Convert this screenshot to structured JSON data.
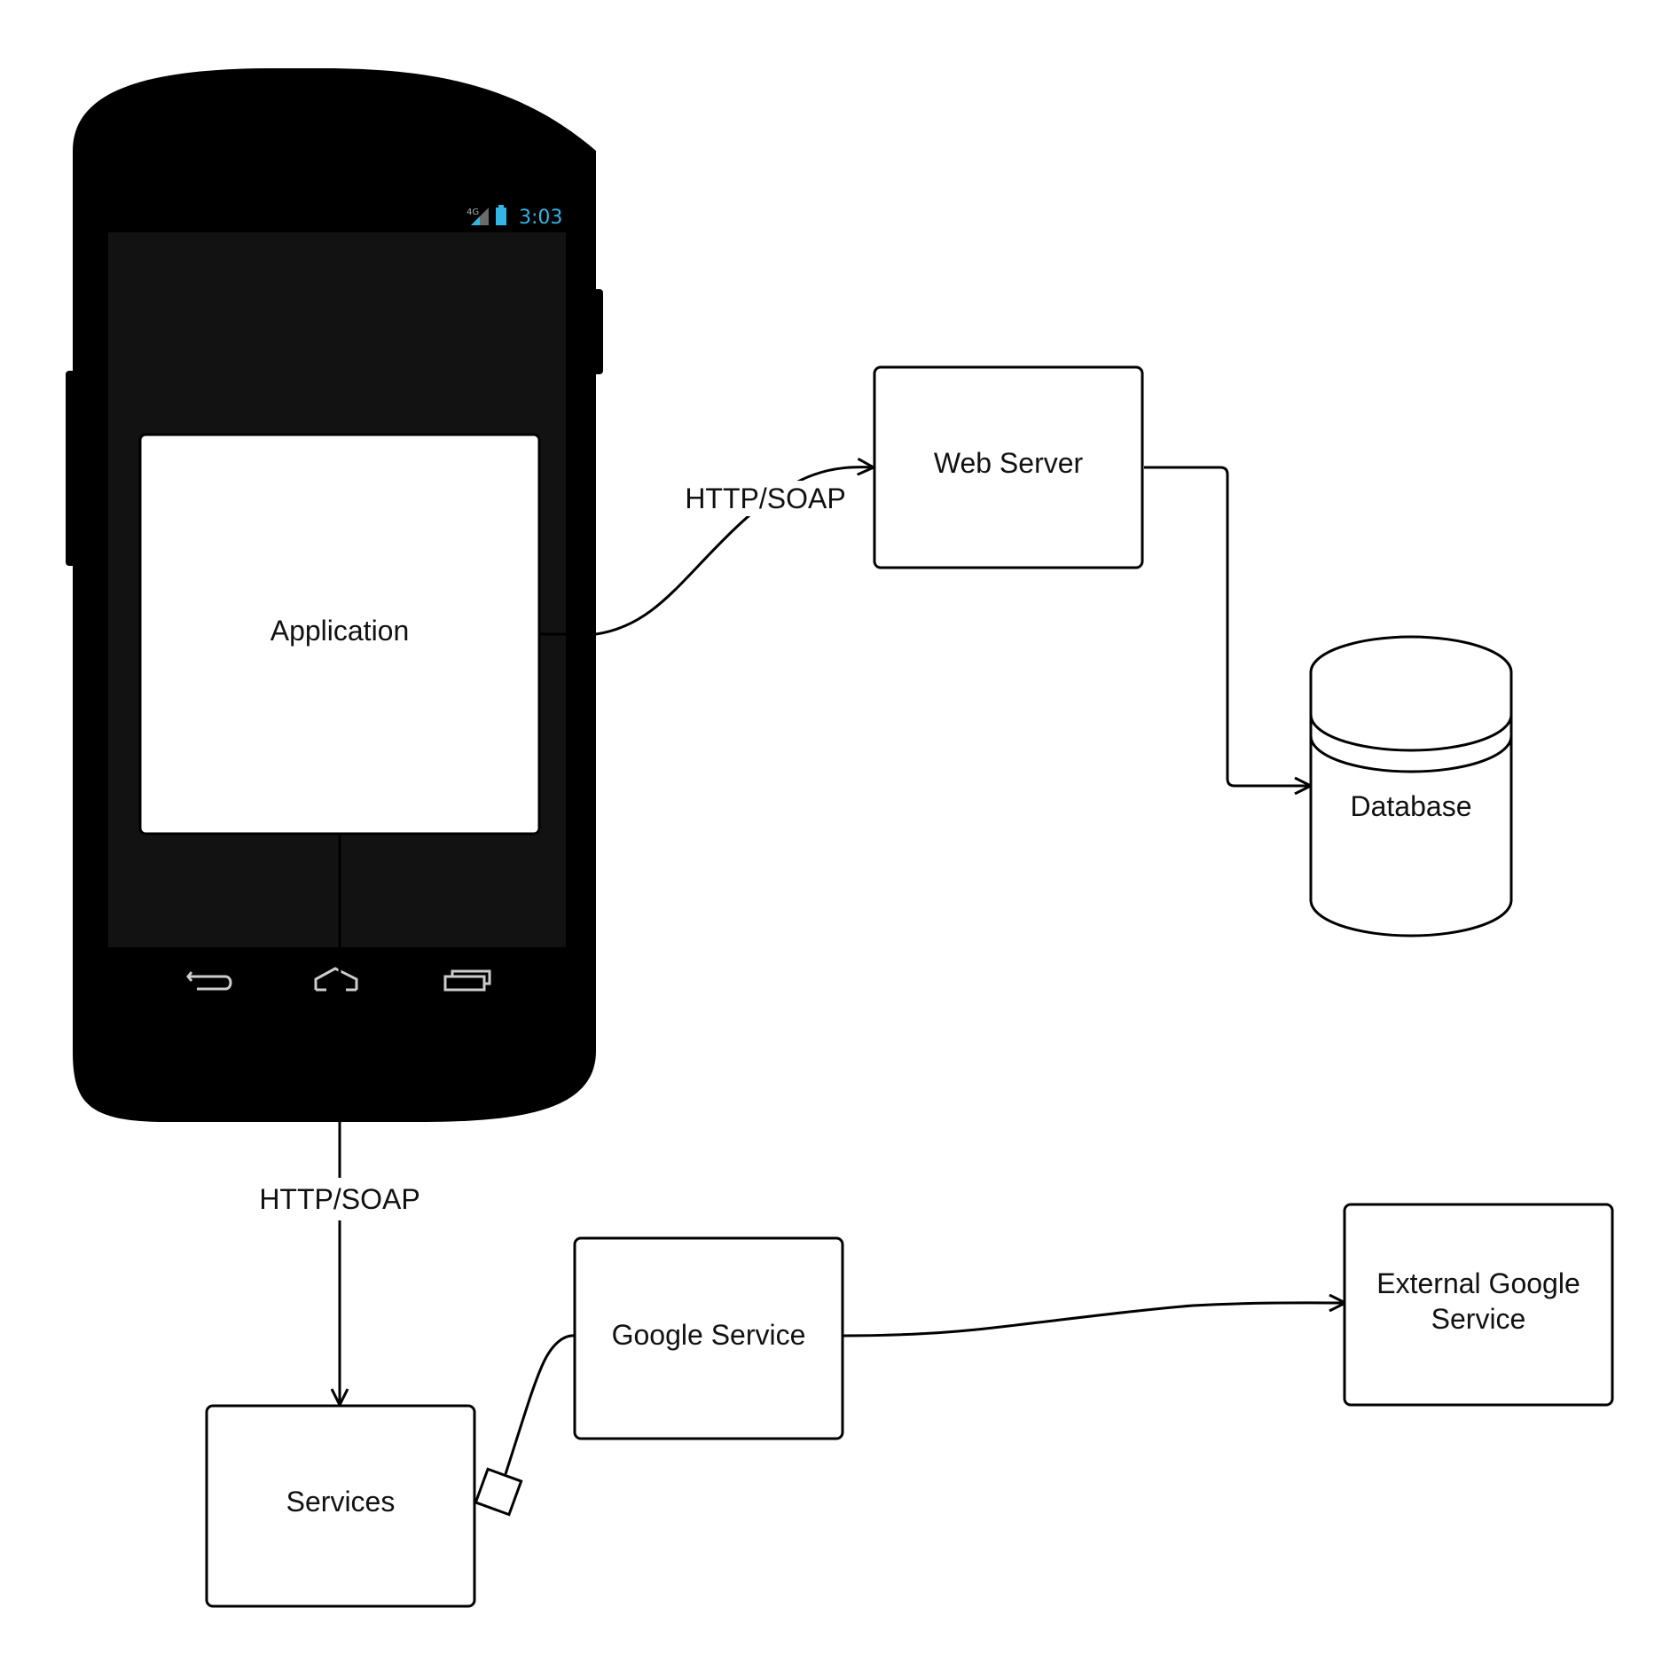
{
  "phone": {
    "status_bar": {
      "network": "4G",
      "time": "3:03"
    },
    "nav_icons": [
      "back-icon",
      "home-icon",
      "recent-apps-icon"
    ]
  },
  "nodes": {
    "application": "Application",
    "web_server": "Web Server",
    "database": "Database",
    "services": "Services",
    "google_service": "Google Service",
    "external_google_service": [
      "External Google",
      "Service"
    ]
  },
  "edges": {
    "app_to_webserver": "HTTP/SOAP",
    "app_to_services": "HTTP/SOAP"
  },
  "colors": {
    "line": "#000000",
    "phone_body": "#000000",
    "phone_screen": "#121212",
    "status_accent": "#33b5e5"
  }
}
